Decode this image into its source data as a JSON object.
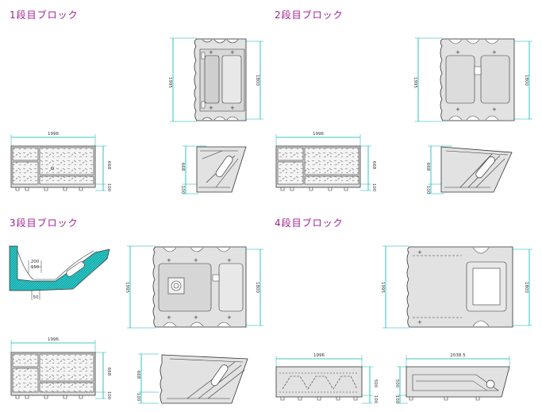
{
  "titles": {
    "t1": "1段目ブロック",
    "t2": "2段目ブロック",
    "t3": "3段目ブロック",
    "t4": "4段目ブロック"
  },
  "dims": {
    "b1": {
      "top_width": "1996",
      "plan_height_left": "1995",
      "plan_height_right": "1800",
      "front_height": "668",
      "front_base": "100",
      "side_height": "668",
      "side_base": "100"
    },
    "b2": {
      "top_width": "1996",
      "plan_height_left": "1995",
      "plan_height_right": "1800",
      "front_height": "668",
      "front_base": "100",
      "side_height": "668",
      "side_base": "100"
    },
    "b3": {
      "top_width": "1996",
      "plan_height_left": "1995",
      "plan_height_right": "1800",
      "front_height": "668",
      "front_base": "100",
      "side_height": "668",
      "side_base": "100",
      "sec_a": "200",
      "sec_b": "150",
      "sec_c": "50"
    },
    "b4": {
      "top_width": "1996",
      "plan_height_left": "1995",
      "plan_height_right": "1800",
      "front_height": "500",
      "front_base": "100",
      "side_width": "2038.5",
      "side_height": "500",
      "side_base": "100"
    }
  },
  "colors": {
    "title": "#a02090",
    "dimension": "#00b4b4",
    "block_fill": "#e2e2e2",
    "outline": "#333333",
    "hatch_fill": "#28c8c8"
  }
}
